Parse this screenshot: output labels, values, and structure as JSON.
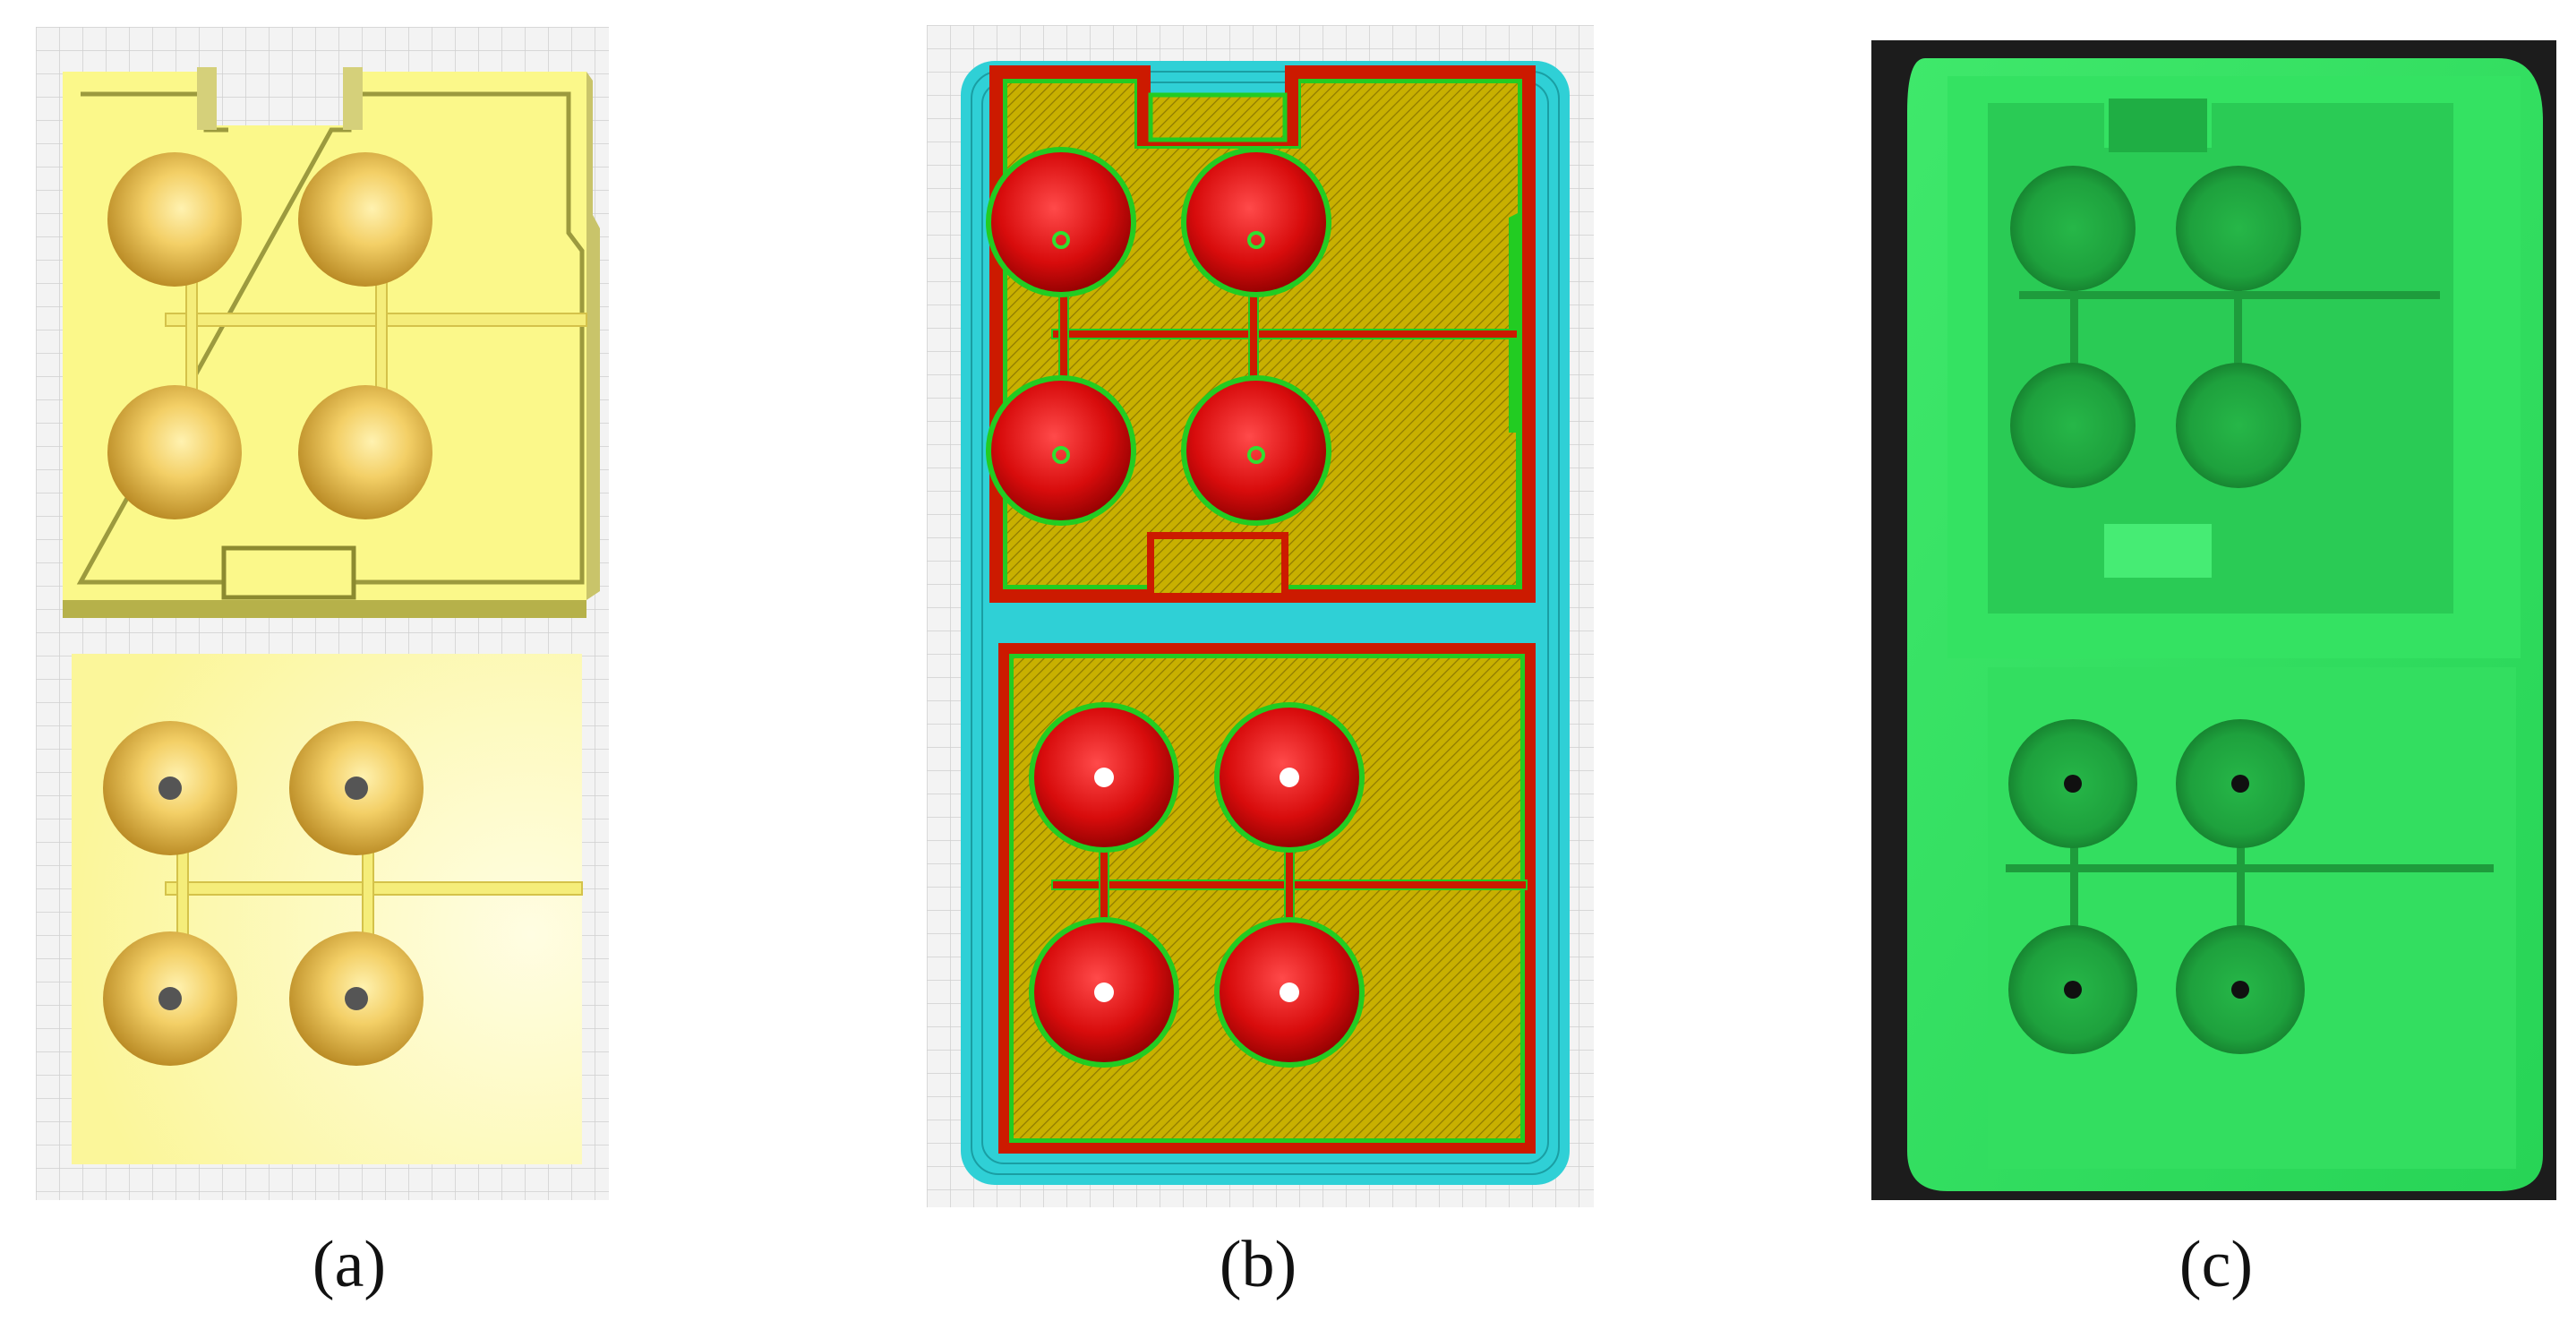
{
  "figure": {
    "panels": [
      {
        "id": "a",
        "icon": "cad-mold-icon",
        "open": "(",
        "letter": "a",
        "close": ")"
      },
      {
        "id": "b",
        "icon": "slicer-preview-icon",
        "open": "(",
        "letter": "b",
        "close": ")"
      },
      {
        "id": "c",
        "icon": "printed-mold-photo-icon",
        "open": "(",
        "letter": "c",
        "close": ")"
      }
    ],
    "colors": {
      "cad_yellow": "#fbf88a",
      "cad_wall_shadow": "#c6c25a",
      "sphere_gold": "#f0c85a",
      "slicer_infill": "#c9b400",
      "slicer_perimeter": "#cc1a00",
      "slicer_outline": "#22cc22",
      "slicer_skirt": "#33d1d6",
      "slicer_sphere": "#e01010",
      "print_green": "#2ee060",
      "photo_bg": "#1c1c1c",
      "grid": "#cfcfcf"
    }
  }
}
